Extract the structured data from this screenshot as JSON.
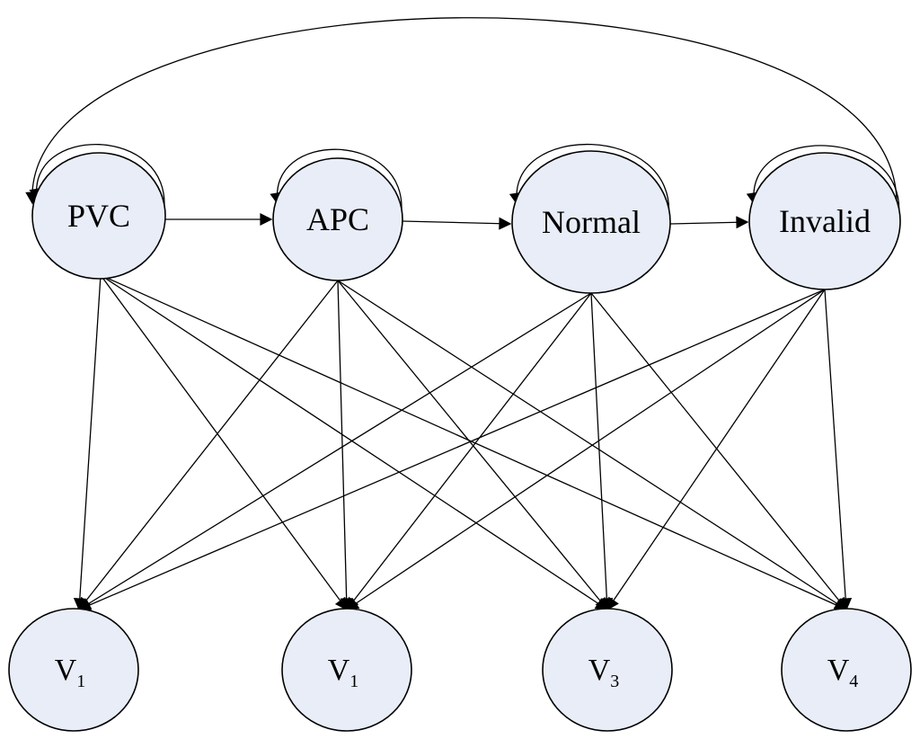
{
  "diagram": {
    "hidden_states": [
      {
        "id": "pvc",
        "label": "PVC"
      },
      {
        "id": "apc",
        "label": "APC"
      },
      {
        "id": "normal",
        "label": "Normal"
      },
      {
        "id": "invalid",
        "label": "Invalid"
      }
    ],
    "observations": [
      {
        "id": "v1a",
        "base": "V",
        "sub": "1"
      },
      {
        "id": "v1b",
        "base": "V",
        "sub": "1"
      },
      {
        "id": "v3",
        "base": "V",
        "sub": "3"
      },
      {
        "id": "v4",
        "base": "V",
        "sub": "4"
      }
    ],
    "transitions": [
      {
        "from": "pvc",
        "to": "apc"
      },
      {
        "from": "apc",
        "to": "normal"
      },
      {
        "from": "normal",
        "to": "invalid"
      },
      {
        "from": "invalid",
        "to": "pvc"
      }
    ],
    "self_loops": [
      "pvc",
      "apc",
      "normal",
      "invalid"
    ],
    "emissions": "all-hidden-to-all-observations",
    "colors": {
      "node_fill": "#e8edf7",
      "stroke": "#000000"
    }
  }
}
